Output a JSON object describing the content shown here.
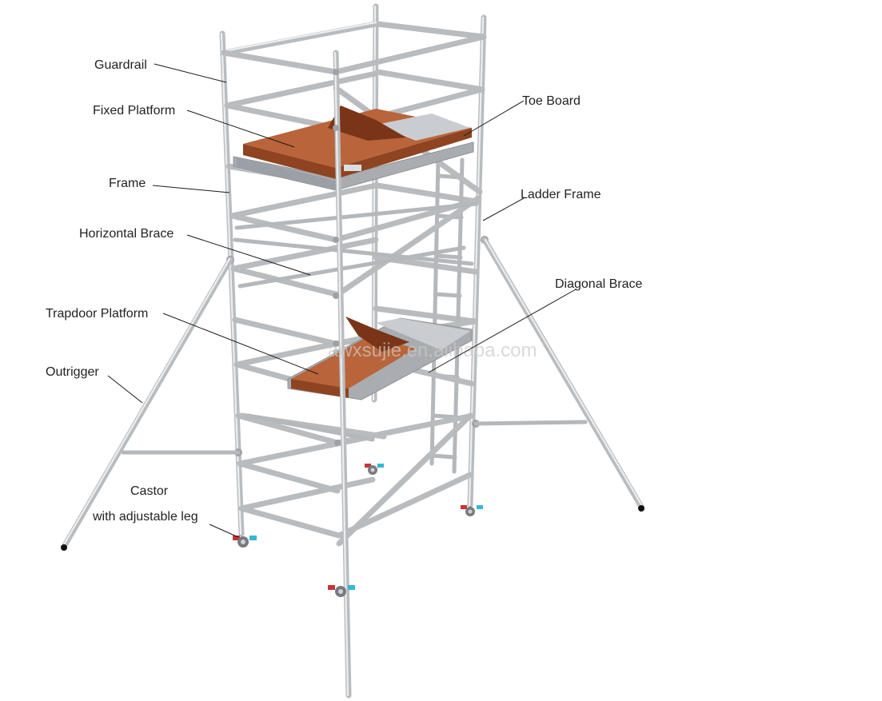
{
  "labels": {
    "guardrail": "Guardrail",
    "fixed_platform": "Fixed Platform",
    "toe_board": "Toe Board",
    "frame": "Frame",
    "ladder_frame": "Ladder Frame",
    "horizontal_brace": "Horizontal Brace",
    "diagonal_brace": "Diagonal Brace",
    "trapdoor_platform": "Trapdoor Platform",
    "outrigger": "Outrigger",
    "castor_line1": "Castor",
    "castor_line2": "with adjustable leg"
  },
  "watermark": "awxsujie.en.alibaba.com",
  "colors": {
    "aluminium": "#b9bcbf",
    "wood": "#b9643a",
    "wheel_red": "#c8323a",
    "wheel_cyan": "#38b7d3"
  }
}
